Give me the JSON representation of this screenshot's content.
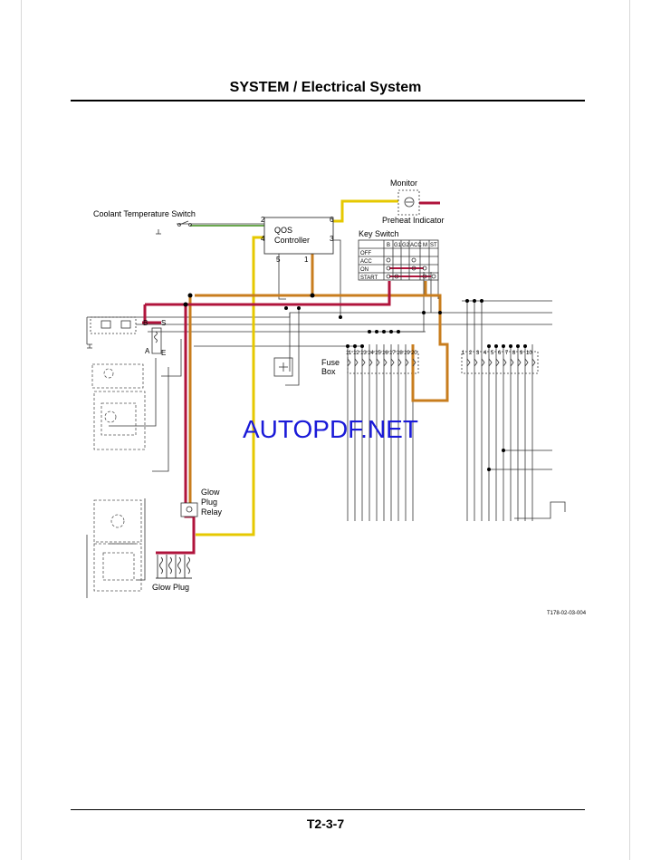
{
  "header": {
    "title": "SYSTEM / Electrical System"
  },
  "footer": {
    "page_number": "T2-3-7"
  },
  "diagram": {
    "labels": {
      "monitor": "Monitor",
      "preheat_indicator": "Preheat Indicator",
      "coolant_switch": "Coolant Temperature Switch",
      "qos_line1": "QOS",
      "qos_line2": "Controller",
      "key_switch": "Key Switch",
      "fuse_box_line1": "Fuse",
      "fuse_box_line2": "Box",
      "glow_relay_line1": "Glow",
      "glow_relay_line2": "Plug",
      "glow_relay_line3": "Relay",
      "glow_plug": "Glow Plug",
      "figure_code": "T178-02-03-004",
      "pin_2": "2",
      "pin_6": "6",
      "pin_4": "4",
      "pin_3": "3",
      "pin_5": "5",
      "pin_1": "1",
      "relay_b": "B",
      "relay_s": "S",
      "relay_a": "A",
      "relay_e": "E",
      "key_positions": [
        "OFF",
        "ACC",
        "ON",
        "START"
      ],
      "key_terminals": [
        "B",
        "G1",
        "G2",
        "ACC",
        "M",
        "ST"
      ],
      "fuse_numbers_left": [
        "11",
        "12",
        "13",
        "14",
        "15",
        "16",
        "17",
        "18",
        "19",
        "20"
      ],
      "fuse_numbers_right": [
        "1",
        "2",
        "3",
        "4",
        "5",
        "6",
        "7",
        "8",
        "9",
        "10"
      ]
    },
    "watermark": "AUTOPDF.NET",
    "colors": {
      "red": "#b0143c",
      "yellow": "#e6c800",
      "orange": "#c87d1e",
      "green": "#6aa84f"
    }
  }
}
